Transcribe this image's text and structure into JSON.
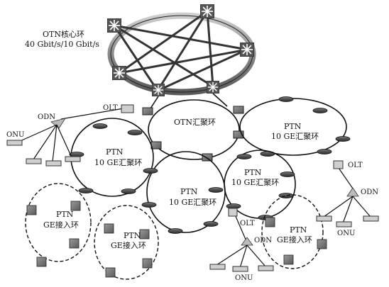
{
  "otn_core": {
    "title": "OTN核心环",
    "rate": "40 Gbit/s/10 Gbit/s"
  },
  "otn_agg": {
    "label": "OTN汇聚环"
  },
  "ptn_10ge_rings": [
    {
      "line1": "PTN",
      "line2": "10 GE汇聚环"
    },
    {
      "line1": "PTN",
      "line2": "10 GE汇聚环"
    },
    {
      "line1": "PTN",
      "line2": "10 GE汇聚环"
    },
    {
      "line1": "PTN",
      "line2": "10 GE汇聚环"
    }
  ],
  "ptn_ge_rings": [
    {
      "line1": "PTN",
      "line2": "GE接入环"
    },
    {
      "line1": "PTN",
      "line2": "GE接入环"
    },
    {
      "line1": "PTN",
      "line2": "GE接入环"
    }
  ],
  "access": {
    "olt": "OLT",
    "odn": "ODN",
    "onu": "ONU"
  },
  "colors": {
    "ring_stroke": "#111111",
    "node_fill": "#3a3a3a",
    "box_fill": "#d8d8d8",
    "ge_node_fill": "#777777",
    "core_ring": "#9c9c9c"
  }
}
